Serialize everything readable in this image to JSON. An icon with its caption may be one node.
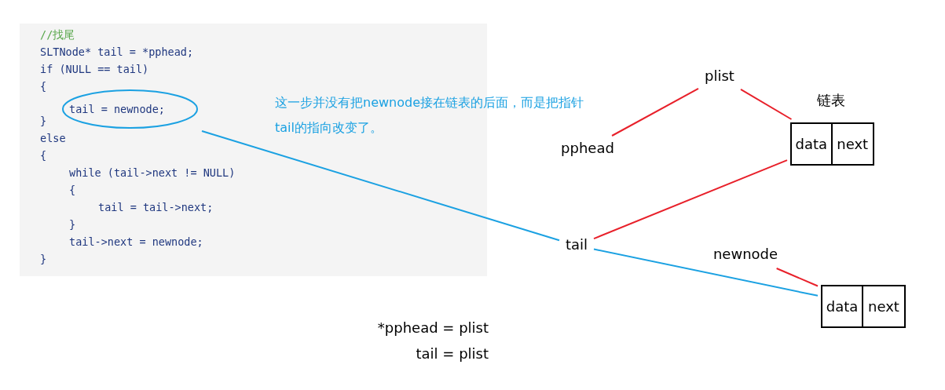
{
  "diagram": {
    "nodes": [
      {
        "text": [
          "//找尾",
          "SLTNode* tail = *pphead;",
          "if (NULL == tail)",
          "{",
          "}",
          "else",
          "{",
          "while (tail->next != NULL)",
          "{",
          "tail = tail->next;",
          "}",
          "tail->next = newnode;",
          "}"
        ]
      },
      {
        "text": [
          "tail = newnode;"
        ],
        "in": 0
      },
      {
        "text": [
          "plist"
        ]
      },
      {
        "text": [
          "pphead"
        ]
      },
      {
        "text": [
          "链表",
          "data",
          "next"
        ]
      },
      {
        "text": [
          "tail"
        ]
      },
      {
        "text": [
          "newnode"
        ]
      },
      {
        "text": [
          "data",
          "next"
        ]
      }
    ],
    "edges": [
      {
        "from": 1,
        "to": 5,
        "arrow": "none",
        "color": "#1ba1e2"
      },
      {
        "from": 3,
        "to": 2,
        "arrow": "none"
      },
      {
        "from": 2,
        "to": 4,
        "arrow": "none"
      },
      {
        "from": 5,
        "to": 4,
        "arrow": "none"
      },
      {
        "from": 6,
        "to": 7,
        "arrow": "none"
      },
      {
        "from": 5,
        "to": 7,
        "arrow": "none",
        "color": "#1ba1e2"
      }
    ],
    "labels": [
      "这一步并没有把newnode接在链表的后面，而是把指针tail的指向改变了。",
      "*pphead = plist",
      "tail = plist"
    ]
  }
}
